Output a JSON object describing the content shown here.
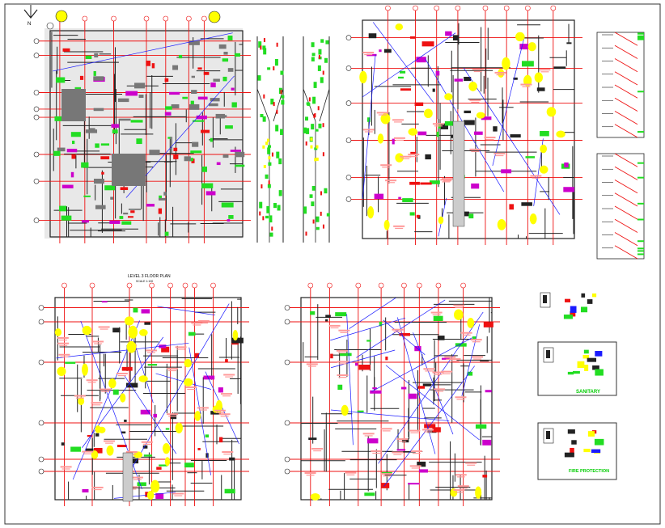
{
  "sheet": {
    "north_label": "N",
    "plan_title": "LEVEL 3 FLOOR PLAN",
    "plan_scale": "SCALE 1:100",
    "detail_sanitary": "SANITARY",
    "detail_fire": "FIRE PROTECTION"
  },
  "colors": {
    "grid_red": "#ee1111",
    "green": "#22dd22",
    "yellow": "#ffff00",
    "blue": "#1a1aff",
    "magenta": "#cc00cc",
    "dark": "#222222",
    "pink": "#ff9999"
  }
}
